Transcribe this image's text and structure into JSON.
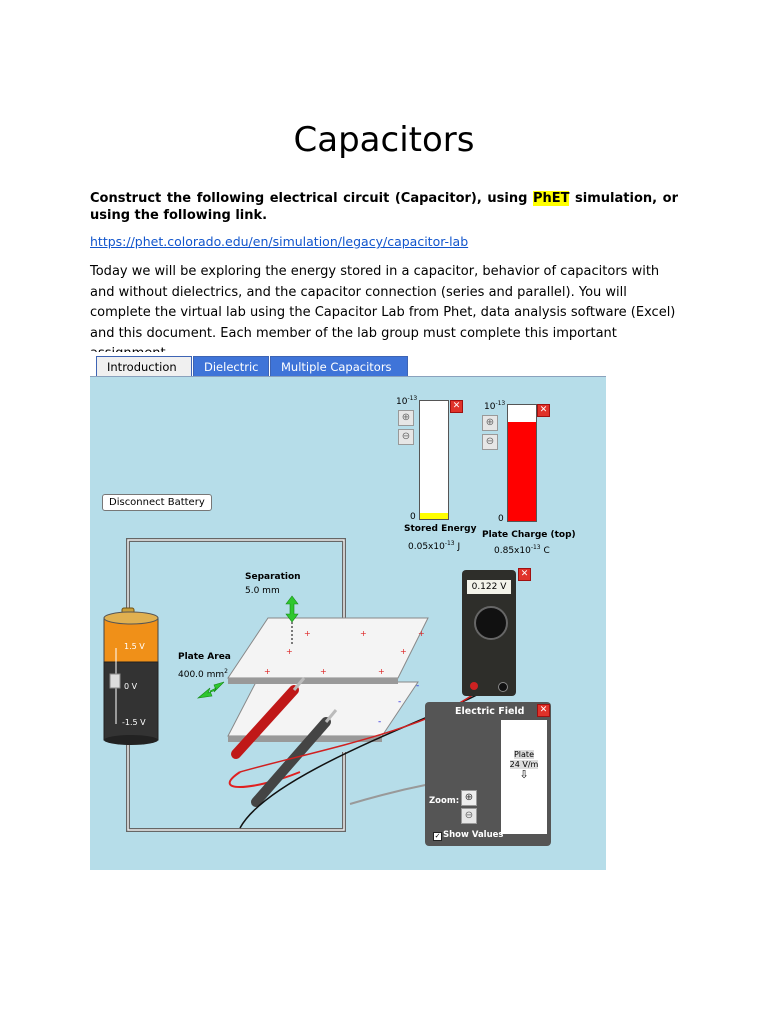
{
  "document": {
    "title": "Capacitors",
    "instruction_before": "Construct the following electrical circuit (Capacitor), using ",
    "instruction_highlight": "PhET",
    "instruction_after": " simulation, or using the following link.",
    "link": "https://phet.colorado.edu/en/simulation/legacy/capacitor-lab",
    "paragraph": "Today we will be exploring the energy stored in a capacitor, behavior of capacitors with and without dielectrics, and the capacitor connection (series and parallel).  You will complete the virtual lab using the Capacitor Lab from Phet, data analysis software (Excel) and this document. Each member of the lab group must complete this important assignment."
  },
  "simulation": {
    "tabs": [
      {
        "label": "Introduction",
        "active": true
      },
      {
        "label": "Dielectric",
        "active": false
      },
      {
        "label": "Multiple Capacitors",
        "active": false
      }
    ],
    "disconnect_button": "Disconnect Battery",
    "stored_energy": {
      "exponent_label": "10",
      "exponent": "-13",
      "zero": "0",
      "label": "Stored Energy",
      "value": "0.05x10",
      "value_exp": "-13",
      "unit": "J",
      "level": 0.05
    },
    "plate_charge": {
      "exponent_label": "10",
      "exponent": "-13",
      "zero": "0",
      "label": "Plate Charge (top)",
      "value": "0.85x10",
      "value_exp": "-13",
      "unit": "C",
      "level": 0.85
    },
    "separation": {
      "label": "Separation",
      "value": "5.0 mm"
    },
    "plate_area": {
      "label": "Plate Area",
      "value": "400.0 mm",
      "sup": "2"
    },
    "battery": {
      "top": "1.5 V",
      "mid": "0 V",
      "bottom": "-1.5 V"
    },
    "voltmeter": {
      "reading": "0.122 V"
    },
    "electric_field": {
      "title": "Electric Field",
      "plate_label": "Plate",
      "plate_value": "24 V/m",
      "zoom_label": "Zoom:",
      "show_values": "Show Values",
      "show_values_checked": true
    },
    "colors": {
      "background": "#b6dde9",
      "tab_active": "#f0f0f0",
      "tab_inactive": "#3f74d8",
      "charge_bar": "#ff0000",
      "energy_bar": "#ffff00",
      "close": "#e0322a"
    }
  }
}
